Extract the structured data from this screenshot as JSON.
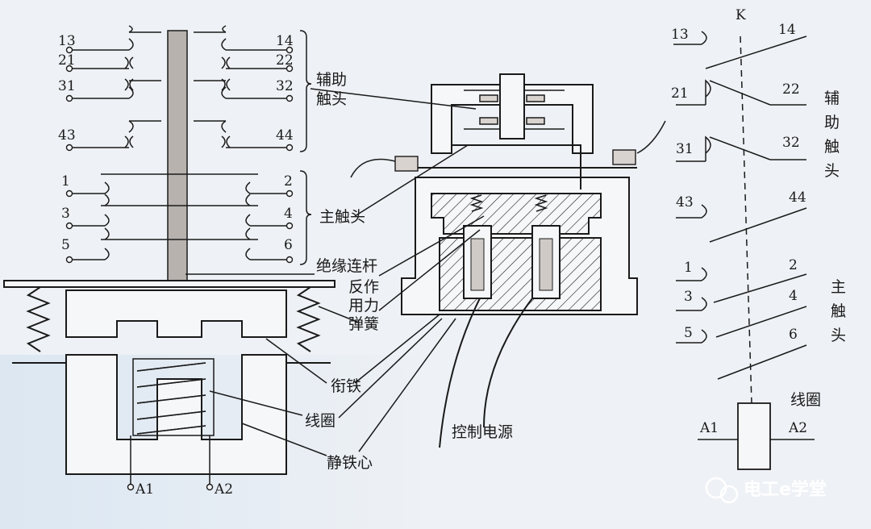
{
  "left": {
    "aux_terminals_left": [
      "13",
      "21",
      "31",
      "43"
    ],
    "aux_terminals_right": [
      "14",
      "22",
      "32",
      "44"
    ],
    "main_terminals_left": [
      "1",
      "3",
      "5"
    ],
    "main_terminals_right": [
      "2",
      "4",
      "6"
    ],
    "coil_terminals": [
      "A1",
      "A2"
    ]
  },
  "labels": {
    "aux_contacts": "辅助\n触头",
    "main_contacts": "主触头",
    "insulating_rod": "绝缘连杆",
    "return_spring": "反作\n用力\n弹簧",
    "armature": "衔铁",
    "coil": "线圈",
    "static_core": "静铁心",
    "control_power": "控制电源"
  },
  "symbol": {
    "device_label": "K",
    "aux_left": [
      "13",
      "21",
      "31",
      "43"
    ],
    "aux_right": [
      "14",
      "22",
      "32",
      "44"
    ],
    "aux_label": "辅\n助\n触\n头",
    "main_left": [
      "1",
      "3",
      "5"
    ],
    "main_right": [
      "2",
      "4",
      "6"
    ],
    "main_label": "主\n触\n头",
    "coil_label": "线圈",
    "coil_terminals": [
      "A1",
      "A2"
    ]
  },
  "watermark": "电工e学堂",
  "colors": {
    "ink": "#1a1a1a",
    "paper": "#eef1f5",
    "rod": "#b7b2ae"
  }
}
